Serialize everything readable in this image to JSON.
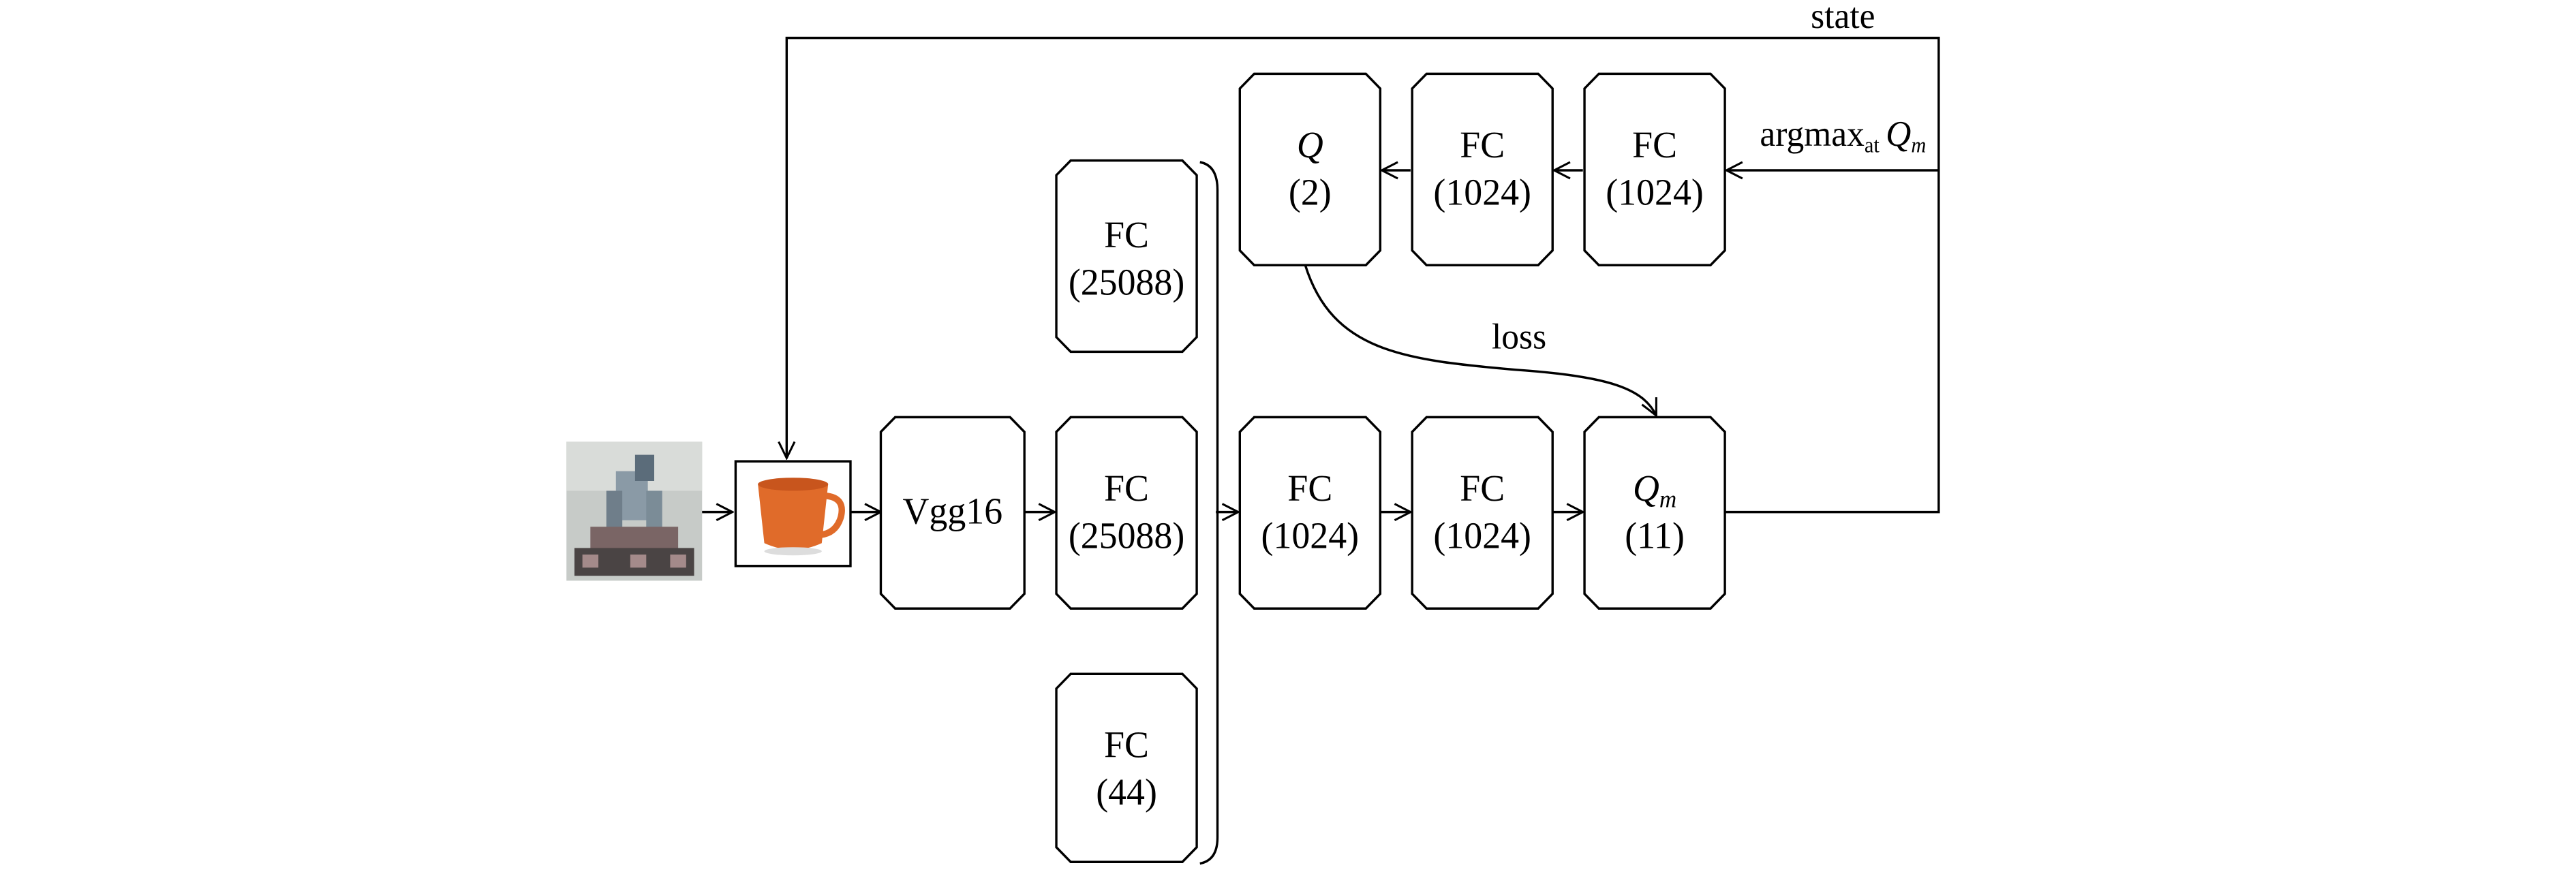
{
  "diagram": {
    "labels": {
      "state": "state",
      "argmax": "argmax",
      "argmax_sub": "at",
      "argmax_q": "Q",
      "argmax_q_sub": "m",
      "loss": "loss"
    },
    "nodes": {
      "vgg16": {
        "line1": "Vgg16"
      },
      "fc_top_25088": {
        "line1": "FC",
        "line2": "(25088)"
      },
      "fc_mid_25088": {
        "line1": "FC",
        "line2": "(25088)"
      },
      "fc_bot_44": {
        "line1": "FC",
        "line2": "(44)"
      },
      "fc_1024_a": {
        "line1": "FC",
        "line2": "(1024)"
      },
      "fc_1024_b": {
        "line1": "FC",
        "line2": "(1024)"
      },
      "qm": {
        "symbol": "Q",
        "sub": "m",
        "line2": "(11)"
      },
      "q": {
        "symbol": "Q",
        "line2": "(2)"
      },
      "fc_1024_top_a": {
        "line1": "FC",
        "line2": "(1024)"
      },
      "fc_1024_top_b": {
        "line1": "FC",
        "line2": "(1024)"
      }
    },
    "images": {
      "robot": "robot-photo",
      "mug": "orange-mug-photo"
    }
  }
}
